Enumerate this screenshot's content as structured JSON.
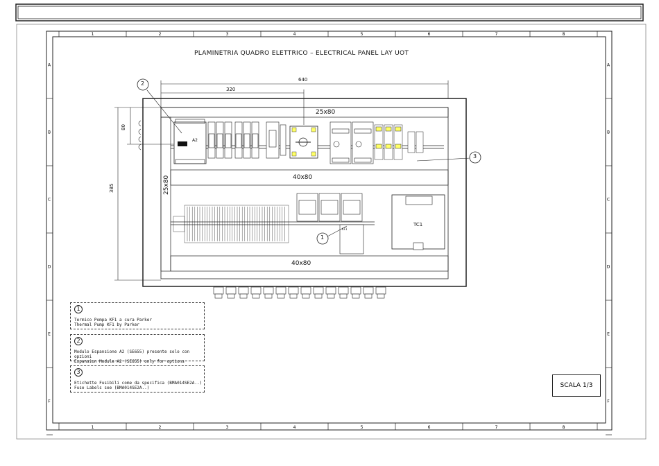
{
  "drawing": {
    "title": "PLAMINETRIA QUADRO ELETTRICO – ELECTRICAL PANEL LAY UOT",
    "scale": "SCALA 1/3",
    "grid_columns": [
      "1",
      "2",
      "3",
      "4",
      "5",
      "6",
      "7",
      "8"
    ],
    "grid_rows": [
      "A",
      "B",
      "C",
      "D",
      "E",
      "F"
    ]
  },
  "dimensions": {
    "width_total": "640",
    "width_partial": "320",
    "height_total": "385",
    "height_top": "80",
    "duct_top": "25x80",
    "duct_middle": "40x80",
    "duct_bottom": "40x80",
    "duct_side": "25x80"
  },
  "components": {
    "expansion_module": "A2",
    "transformer": "TC1",
    "relay_1": "KF1"
  },
  "callouts": [
    "1",
    "2",
    "3"
  ],
  "notes": [
    {
      "num": "1",
      "line1": "Termico Pompa KF1 a cura Parker",
      "line2": "Thermal Pump KF1 by Parker"
    },
    {
      "num": "2",
      "line1": "Modulo Espansione A2 (SE655) presente solo con opzioni",
      "line2": "Expansion Module A2 (SE655) only for options"
    },
    {
      "num": "3",
      "line1": "Etichette Fusibili come da specifica (BMA014SE2A..)",
      "line2": "Fuse Labels see (BMA014SE2A..)"
    }
  ],
  "colors": {
    "line": "#222222",
    "highlight": "#ffff66"
  }
}
